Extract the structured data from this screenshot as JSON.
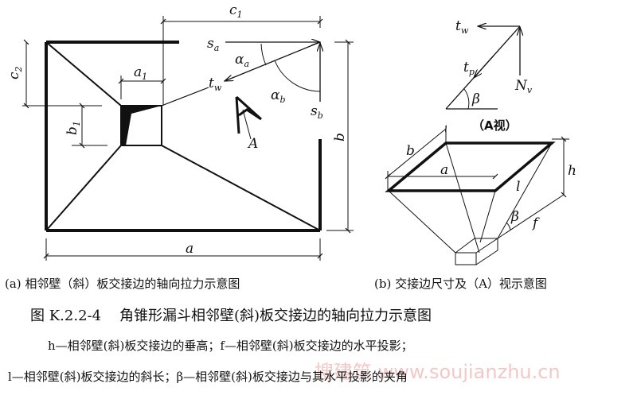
{
  "figure": {
    "number": "图 K.2.2-4",
    "title": "角锥形漏斗相邻壁(斜)板交接边的轴向拉力示意图",
    "caption_a": "(a) 相邻壁（斜）板交接边的轴向拉力示意图",
    "caption_b": "(b) 交接边尺寸及（A）视示意图",
    "notes": [
      "h—相邻壁(斜)板交接边的垂高；f—相邻壁(斜)板交接边的水平投影；",
      "l—相邻壁(斜)板交接边的斜长；β—相邻壁(斜)板交接边与其水平投影的夹角"
    ]
  },
  "labels_a": {
    "c1": "c",
    "c1_sub": "1",
    "c2": "c",
    "c2_sub": "2",
    "a1": "a",
    "a1_sub": "1",
    "b1": "b",
    "b1_sub": "1",
    "a": "a",
    "b": "b",
    "sa": "s",
    "sa_sub": "a",
    "sb": "s",
    "sb_sub": "b",
    "alpha_a": "α",
    "alpha_a_sub": "a",
    "alpha_b": "α",
    "alpha_b_sub": "b",
    "tw": "t",
    "tw_sub": "w",
    "view": "A"
  },
  "labels_b": {
    "tw": "t",
    "tw_sub": "w",
    "tp": "t",
    "tp_sub": "p",
    "nv": "N",
    "nv_sub": "v",
    "beta": "β",
    "view_title": "（A视）",
    "a": "a",
    "b": "b",
    "h": "h",
    "l": "l",
    "f": "f",
    "beta2": "β"
  },
  "watermark": "搜建筑 www.soujianzhu.cn"
}
